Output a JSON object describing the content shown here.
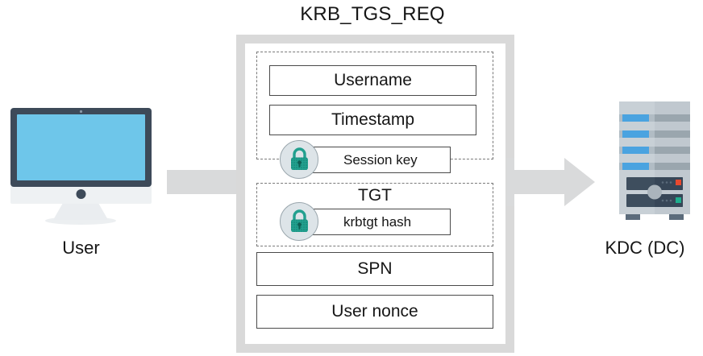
{
  "diagram": {
    "title": "KRB_TGS_REQ",
    "colors": {
      "arrow_gray": "#d9dadb",
      "container_border": "#d9d9d9",
      "dashed_border": "#7a7a7a",
      "box_border": "#4a4a4a",
      "lock_teal": "#22a08f",
      "lock_circle": "#dde4e8",
      "screen_blue": "#6ec6ea",
      "monitor_bezel": "#3d4a59",
      "server_body": "#c3cbd2",
      "server_bar_blue": "#4aa3e0",
      "server_panel": "#3e4e5e",
      "led_red": "#e8492f",
      "led_green": "#1fae8e",
      "text": "#161616"
    }
  },
  "endpoints": {
    "left": {
      "label": "User",
      "icon": "desktop-monitor-icon"
    },
    "right": {
      "label": "KDC (DC)",
      "icon": "server-tower-icon"
    }
  },
  "arrows": {
    "left_connector": "arrow-stem",
    "right_connector": "arrow-to-kdc"
  },
  "packet": {
    "groups": [
      {
        "name": "authenticator",
        "fields": [
          {
            "label": "Username",
            "encrypted": false
          },
          {
            "label": "Timestamp",
            "encrypted": false
          }
        ],
        "encrypted_row": {
          "label": "Session key",
          "lock_icon": "lock-icon"
        }
      },
      {
        "name": "tgt",
        "group_label": "TGT",
        "encrypted_row": {
          "label": "krbtgt hash",
          "lock_icon": "lock-icon"
        }
      }
    ],
    "plain_fields": [
      {
        "label": "SPN"
      },
      {
        "label": "User nonce"
      }
    ]
  }
}
